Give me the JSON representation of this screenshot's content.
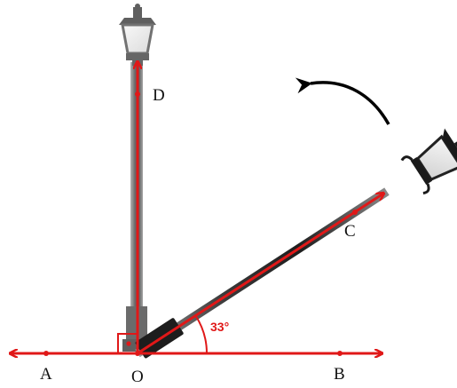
{
  "points": {
    "A": "A",
    "B": "B",
    "C": "C",
    "D": "D",
    "O": "O"
  },
  "angle_label": "33°",
  "angle_degrees": 33,
  "colors": {
    "accent": "#e01818",
    "pole": "#2b2b2b",
    "text": "#111111"
  },
  "icons": {
    "rotation_arrow": "curved-arrow-icon",
    "lamp_head": "street-lamp-icon"
  }
}
